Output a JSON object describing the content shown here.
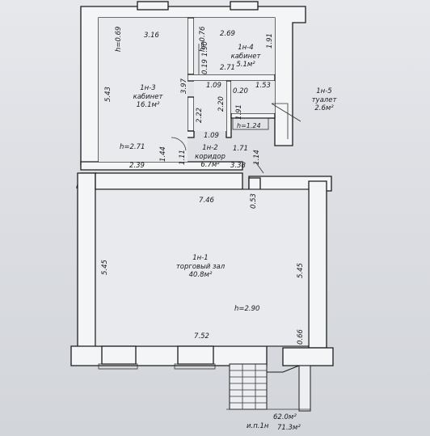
{
  "rooms": {
    "r1": {
      "code": "1н-1",
      "name": "торговый зал",
      "area": "40.8м²"
    },
    "r2": {
      "code": "1н-2",
      "name": "коридор",
      "area": "6.7м²"
    },
    "r3": {
      "code": "1н-3",
      "name": "кабинет",
      "area": "16.1м²"
    },
    "r4": {
      "code": "1н-4",
      "name": "кабинет",
      "area": "5.1м²"
    },
    "r5": {
      "code": "1н-5",
      "name": "туалет",
      "area": "2.6м²"
    }
  },
  "heights": {
    "h1": "h=2.90",
    "h2": "h=2.71",
    "h3": "h=0.69",
    "h4": "h=0.76",
    "h5": "h=1.24"
  },
  "dims": {
    "d316": "3.16",
    "d269": "2.69",
    "d191a": "1.91",
    "d190": "1.90",
    "d019": "0.19",
    "d271": "2.71",
    "d543": "5.43",
    "d397": "3.97",
    "d109a": "1.09",
    "d153": "1.53",
    "d020": "0.20",
    "d220": "2.20",
    "d222": "2.22",
    "d191b": "1.91",
    "d109b": "1.09",
    "d171": "1.71",
    "d144": "1.44",
    "d111": "1.11",
    "d114": "1.14",
    "d239": "2.39",
    "d338": "3.38",
    "d746": "7.46",
    "d053": "0.53",
    "d545a": "5.45",
    "d545b": "5.45",
    "d752": "7.52",
    "d066": "0.66"
  },
  "totals": {
    "unit": "и.п.1н",
    "area1": "62.0м²",
    "area2": "71.3м²"
  }
}
